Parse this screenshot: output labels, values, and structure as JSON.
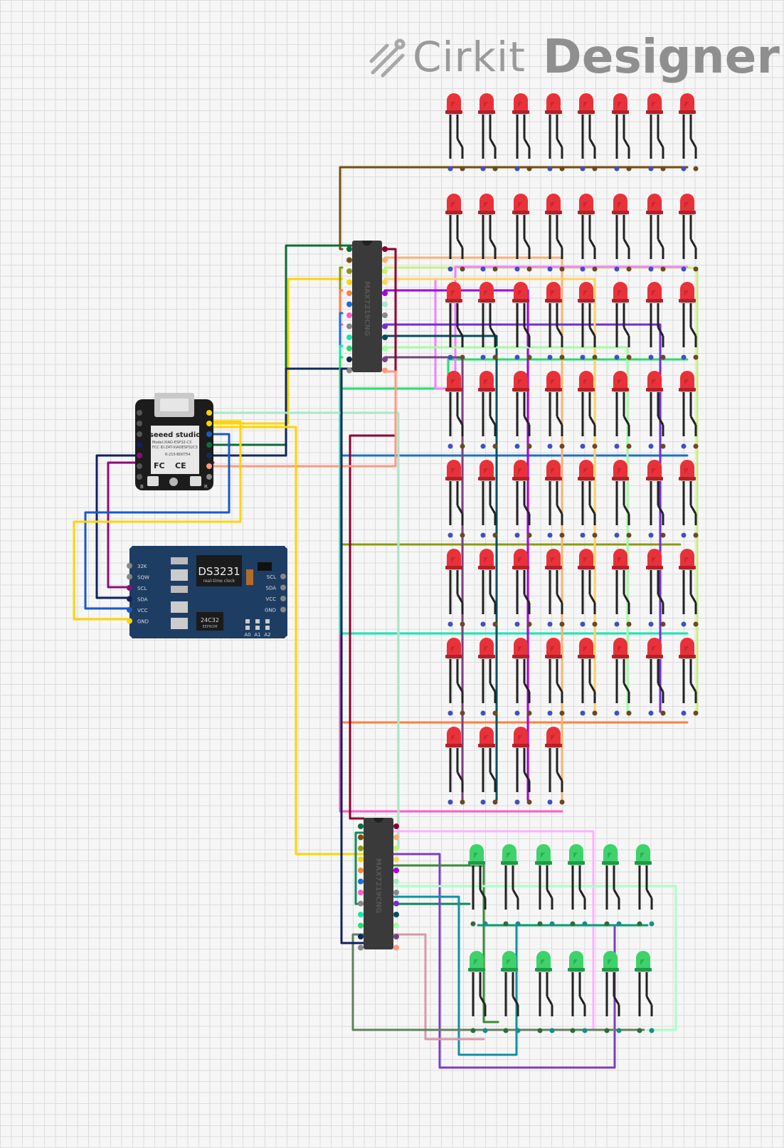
{
  "brand": {
    "name_part1": "Cirkit",
    "name_part2": "Designer",
    "icon": "cirkit-logo-icon"
  },
  "components": {
    "mcu": {
      "brand": "seeed studio",
      "model": "Model:XIAO-ESP32-C3",
      "fcc": "FCC ID:Z4T-XIAOESP32C3",
      "cert": "R-215-B00754",
      "fc": "FC",
      "ce": "CE",
      "boot_label": "B",
      "reset_label": "R"
    },
    "rtc": {
      "chip": "DS3231",
      "chip_sub": "real-time clock",
      "eeprom": "24C32",
      "eeprom_sub": "EEPROM",
      "left_pins": [
        "32K",
        "SQW",
        "SCL",
        "SDA",
        "VCC",
        "GND"
      ],
      "right_pins": [
        "SCL",
        "SDA",
        "VCC",
        "GND"
      ],
      "addr": [
        "A0",
        "A1",
        "A2"
      ]
    },
    "driver_top": {
      "label": "MAX7219CNG"
    },
    "driver_bottom": {
      "label": "MAX7219CNG"
    }
  },
  "colors": {
    "red_led": "#e8323a",
    "green_led": "#3ed26a",
    "board_blue": "#1d3d63",
    "driver": "#3a3a3a"
  }
}
